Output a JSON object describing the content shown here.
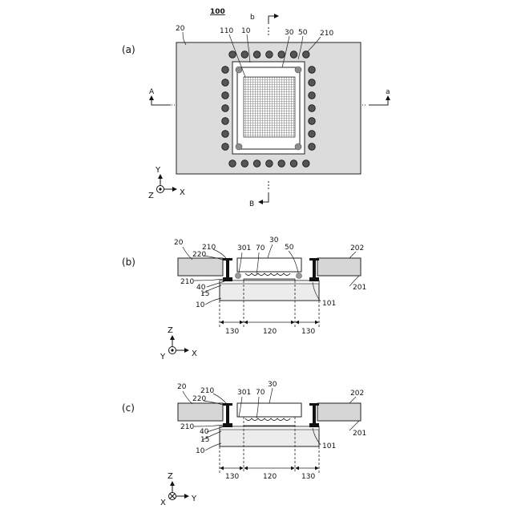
{
  "figure": {
    "ref_main": "100",
    "panels": {
      "a": {
        "panel_label": "(a)",
        "refs": {
          "r20": "20",
          "r110": "110",
          "r10": "10",
          "r30": "30",
          "r50": "50",
          "r210": "210"
        },
        "section_marks": {
          "A": "A",
          "a": "a",
          "B": "B",
          "b": "b"
        },
        "axes": {
          "x": "X",
          "y": "Y",
          "z": "Z"
        }
      },
      "b": {
        "panel_label": "(b)",
        "refs": {
          "r20": "20",
          "r210a": "210",
          "r220": "220",
          "r301": "301",
          "r30": "30",
          "r70": "70",
          "r50": "50",
          "r202": "202",
          "r210b": "210",
          "r40": "40",
          "r15": "15",
          "r10": "10",
          "r201": "201",
          "r101": "101"
        },
        "dims": {
          "d1": "130",
          "d2": "120",
          "d3": "130"
        },
        "axes": {
          "z": "Z",
          "y": "Y",
          "x": "X"
        }
      },
      "c": {
        "panel_label": "(c)",
        "refs": {
          "r20": "20",
          "r210a": "210",
          "r220": "220",
          "r301": "301",
          "r70": "70",
          "r30": "30",
          "r202": "202",
          "r210b": "210",
          "r40": "40",
          "r15": "15",
          "r10": "10",
          "r101": "101",
          "r201": "201"
        },
        "dims": {
          "d1": "130",
          "d2": "120",
          "d3": "130"
        },
        "axes": {
          "z": "Z",
          "x": "X",
          "y": "Y"
        }
      }
    }
  }
}
